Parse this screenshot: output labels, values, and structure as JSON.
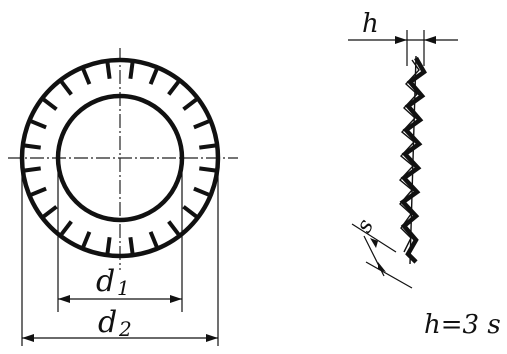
{
  "labels": {
    "d1_main": "d",
    "d1_sub": "1",
    "d2_main": "d",
    "d2_sub": "2",
    "h": "h",
    "s": "s",
    "formula": "h=3 s"
  },
  "colors": {
    "line": "#111111",
    "background": "#ffffff"
  }
}
